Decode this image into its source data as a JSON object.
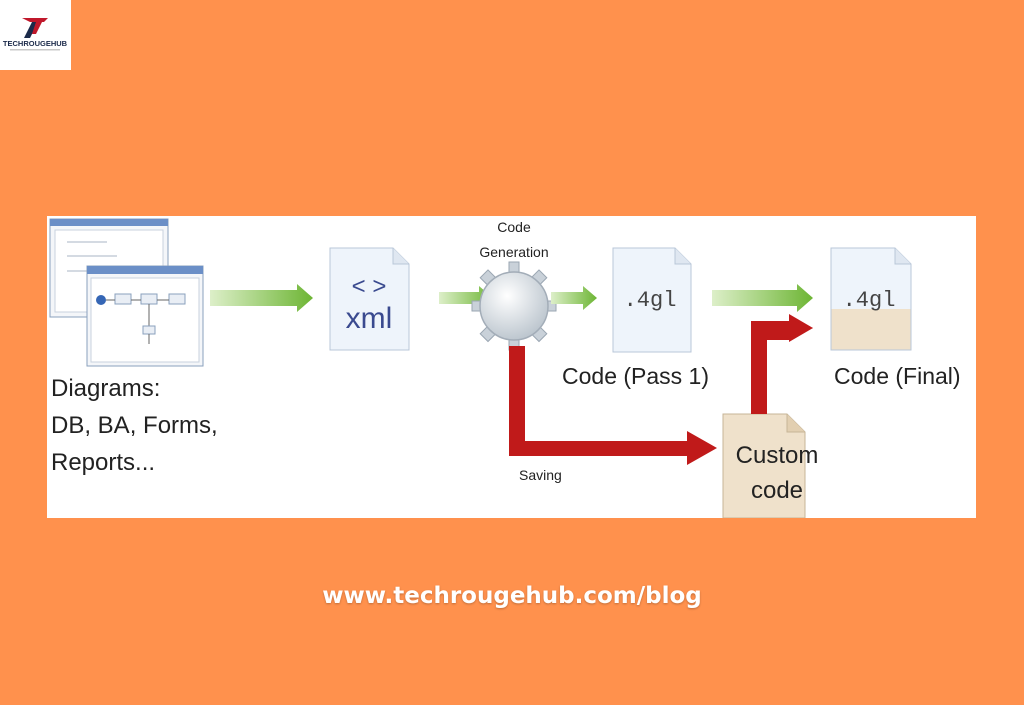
{
  "logo": {
    "brand_text": "TECHROUGEHUB",
    "brand_color": "#C0182B"
  },
  "diagram": {
    "diagrams_label": [
      "Diagrams:",
      "DB, BA, Forms,",
      "Reports..."
    ],
    "xml_icon": {
      "symbol": "< >",
      "label": "xml"
    },
    "code_generation_label": [
      "Code",
      "Generation"
    ],
    "pass1_file": ".4gl",
    "pass1_label": "Code (Pass 1)",
    "final_file": ".4gl",
    "final_label": "Code (Final)",
    "custom_code_label": [
      "Custom",
      "code"
    ],
    "saving_label": "Saving",
    "colors": {
      "green_arrow": "#7CC242",
      "red_arrow": "#C01A1A",
      "file_fill": "#EEF4FB",
      "custom_fill": "#EFE1CB"
    }
  },
  "footer": {
    "url": "www.techrougehub.com/blog"
  },
  "colors": {
    "background": "#FF914D",
    "panel": "#FFFFFF"
  }
}
